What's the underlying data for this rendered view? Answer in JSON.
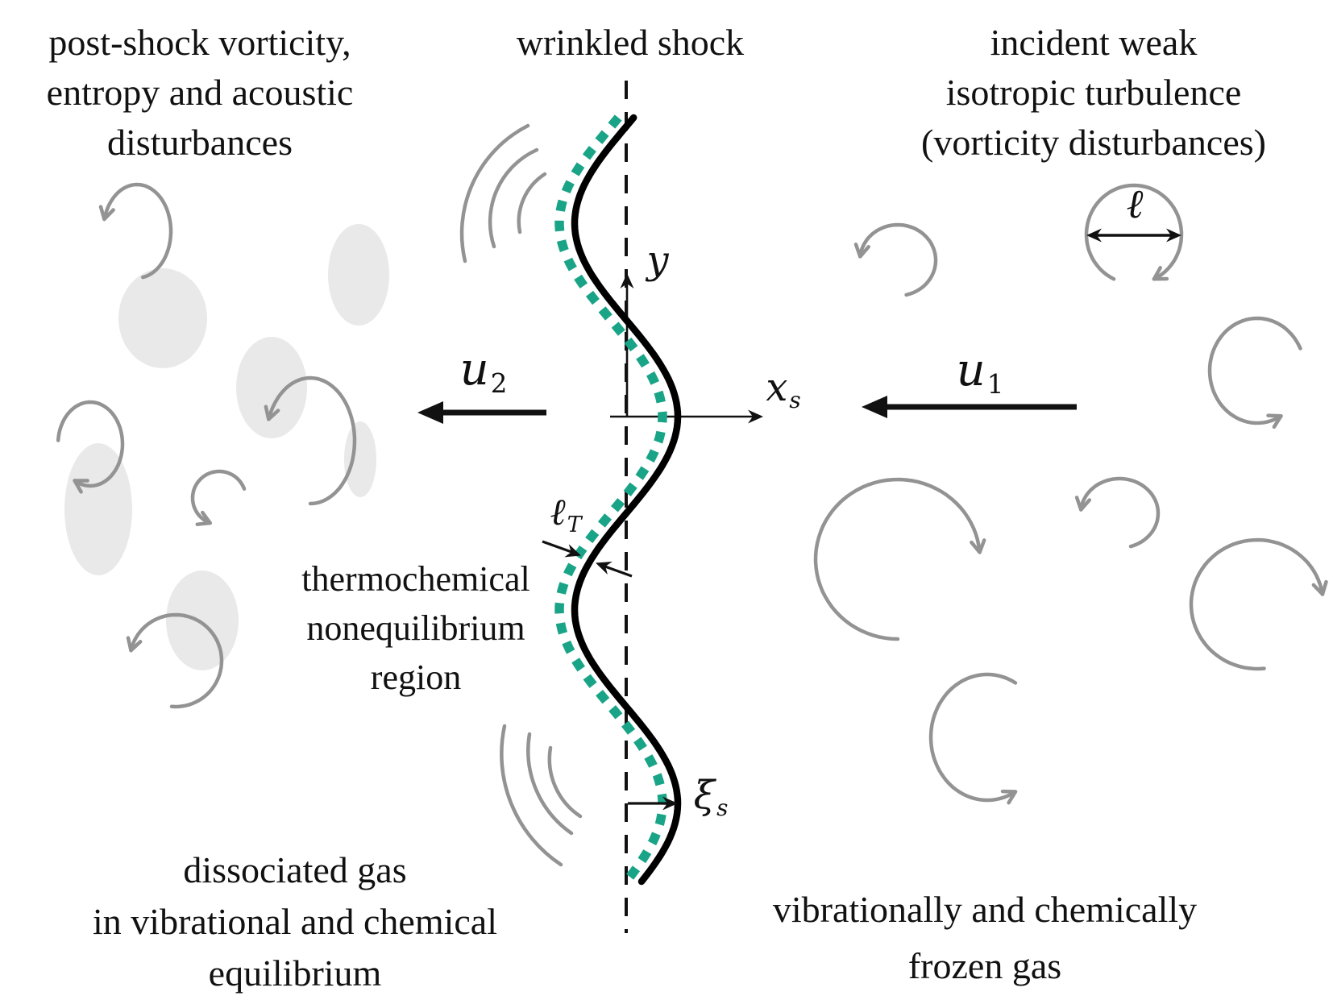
{
  "titles": {
    "post_shock": {
      "lines": [
        "post-shock vorticity,",
        "entropy and acoustic",
        "disturbances"
      ]
    },
    "wrinkled_shock": "wrinkled shock",
    "incident": {
      "lines": [
        "incident weak",
        "isotropic turbulence",
        "(vorticity disturbances)"
      ]
    }
  },
  "region_labels": {
    "nonequilibrium": {
      "lines": [
        "thermochemical",
        "nonequilibrium",
        "region"
      ]
    },
    "equilibrium_gas": {
      "lines": [
        "dissociated gas",
        "in vibrational and chemical",
        "equilibrium"
      ]
    },
    "frozen_gas": {
      "lines": [
        "vibrationally and chemically",
        "frozen gas"
      ]
    }
  },
  "math": {
    "u2": {
      "base": "u",
      "sub": "2"
    },
    "u1": {
      "base": "u",
      "sub": "1"
    },
    "xs": {
      "base": "x",
      "sub": "s"
    },
    "y": {
      "base": "y",
      "sub": ""
    },
    "ell": {
      "base": "ℓ",
      "sub": ""
    },
    "ellT": {
      "base": "ℓ",
      "sub": "T"
    },
    "xis": {
      "base": "ξ",
      "sub": "s"
    }
  },
  "colors": {
    "ink": "#111111",
    "shock_black": "#000000",
    "equilibrium_front_teal": "#1AA487",
    "vortex_gray": "#939393",
    "entropy_blob_gray": "#E9E9E9"
  }
}
